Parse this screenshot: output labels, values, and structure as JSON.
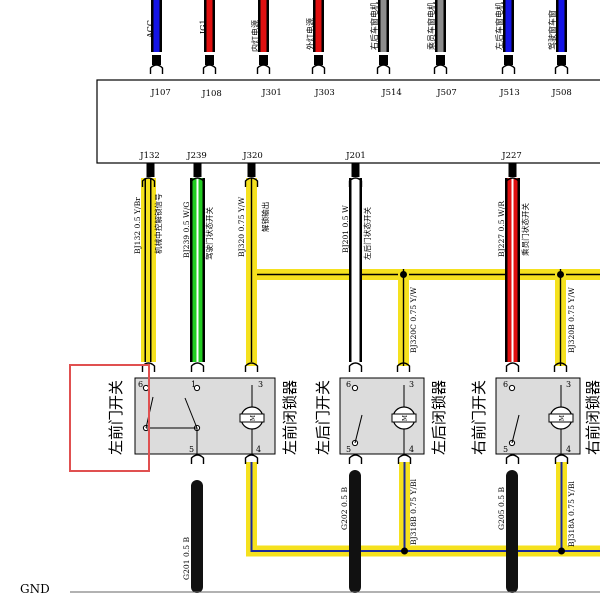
{
  "top_connectors": [
    {
      "id": "J107",
      "label": "ACC",
      "color": "#1414e6"
    },
    {
      "id": "J108",
      "label": "IG1",
      "color": "#e01010"
    },
    {
      "id": "J301",
      "label": "内灯电源",
      "color": "#e01010"
    },
    {
      "id": "J303",
      "label": "外灯电源",
      "color": "#e01010"
    },
    {
      "id": "J514",
      "label": "右后车窗电机",
      "color": "#8c8c8c"
    },
    {
      "id": "J507",
      "label": "乘员车窗电机",
      "color": "#8c8c8c"
    },
    {
      "id": "J513",
      "label": "左后车窗电机",
      "color": "#1414e6"
    },
    {
      "id": "J508",
      "label": "驾驶窗车窗",
      "color": "#1414e6"
    }
  ],
  "bottom_connectors": [
    {
      "id": "J132",
      "wire": "BJ132 0.5 Y/Br",
      "desc": "机械中控解锁信号",
      "color": "#f5e11e"
    },
    {
      "id": "J239",
      "wire": "BJ239 0.5 W/G",
      "desc": "驾驶门状态开关",
      "color": "#22cc22"
    },
    {
      "id": "J320",
      "wire": "BJ320 0.75 Y/W",
      "desc": "解锁输出",
      "color": "#f5e11e"
    },
    {
      "id": "J201",
      "wire": "BJ201 0.5 W",
      "desc": "左后门状态开关",
      "color": "#ffffff"
    },
    {
      "id": "J227",
      "wire": "BJ227 0.5 W/R",
      "desc": "乘员门状态开关",
      "color": "#e01010"
    }
  ],
  "branch_wires": [
    "BJ320C 0.75 Y/W",
    "BJ320B 0.75 Y/W"
  ],
  "modules": [
    {
      "switch_label": "左前门开关",
      "lock_label": "左前闭锁器",
      "pins": [
        "6",
        "1",
        "3",
        "5",
        "4"
      ],
      "highlighted": true
    },
    {
      "switch_label": "左后门开关",
      "lock_label": "左后闭锁器",
      "pins": [
        "6",
        "3",
        "5",
        "4"
      ],
      "highlighted": false
    },
    {
      "switch_label": "右前门开关",
      "lock_label": "右前闭锁器",
      "pins": [
        "6",
        "3",
        "5",
        "4"
      ],
      "highlighted": false
    }
  ],
  "motor_symbol": "M",
  "bottom_wires": [
    "G201 0.5 B",
    "G202 0.5 B",
    "BJ318B 0.75 Y/Bl",
    "G205 0.5 B",
    "BJ318A 0.75 Y/Bl"
  ],
  "ground_label": "GND",
  "colors": {
    "yellow": "#f5e11e",
    "blue_core": "#1a2a9c",
    "black": "#111111",
    "module_fill": "#dcdcdc",
    "highlight": "#e05050"
  }
}
